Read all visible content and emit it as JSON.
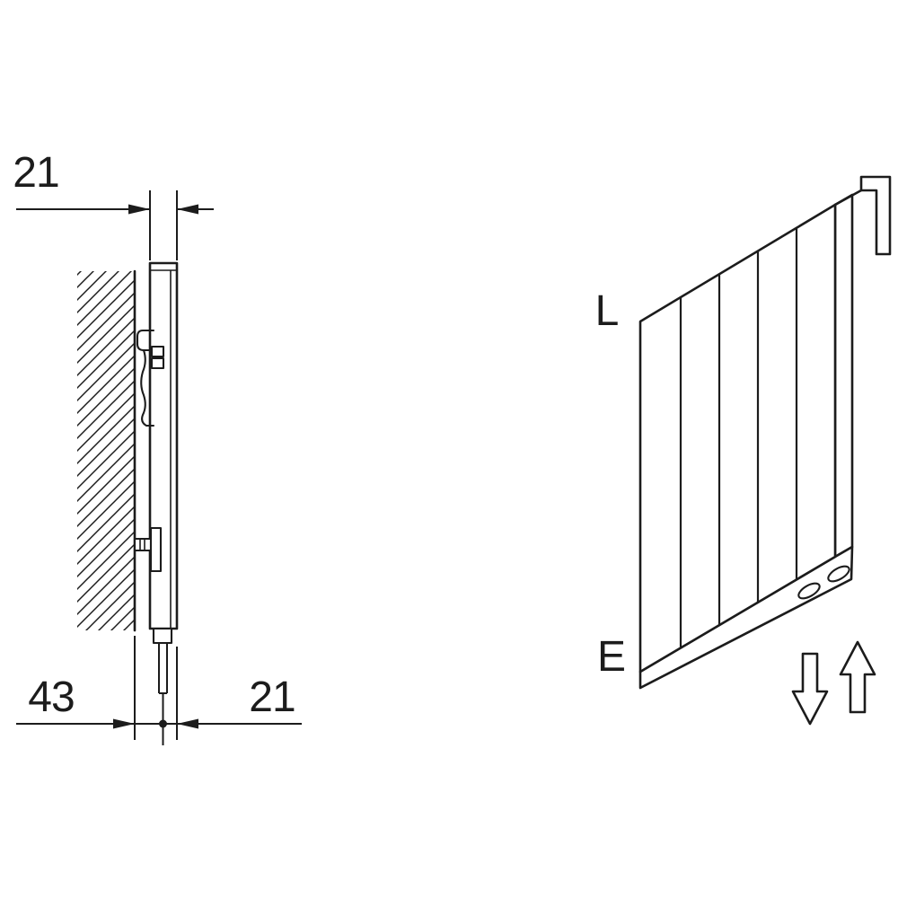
{
  "colors": {
    "ink": "#1c1c1c",
    "background": "#ffffff"
  },
  "side_view": {
    "description": "wall-mounted radiator side profile with mounting bracket",
    "dimensions": {
      "top_depth": "21",
      "bottom_left": "43",
      "bottom_right": "21"
    }
  },
  "perspective_view": {
    "description": "panel radiator perspective with flow direction arrows",
    "labels": {
      "top": "L",
      "bottom": "E"
    }
  }
}
